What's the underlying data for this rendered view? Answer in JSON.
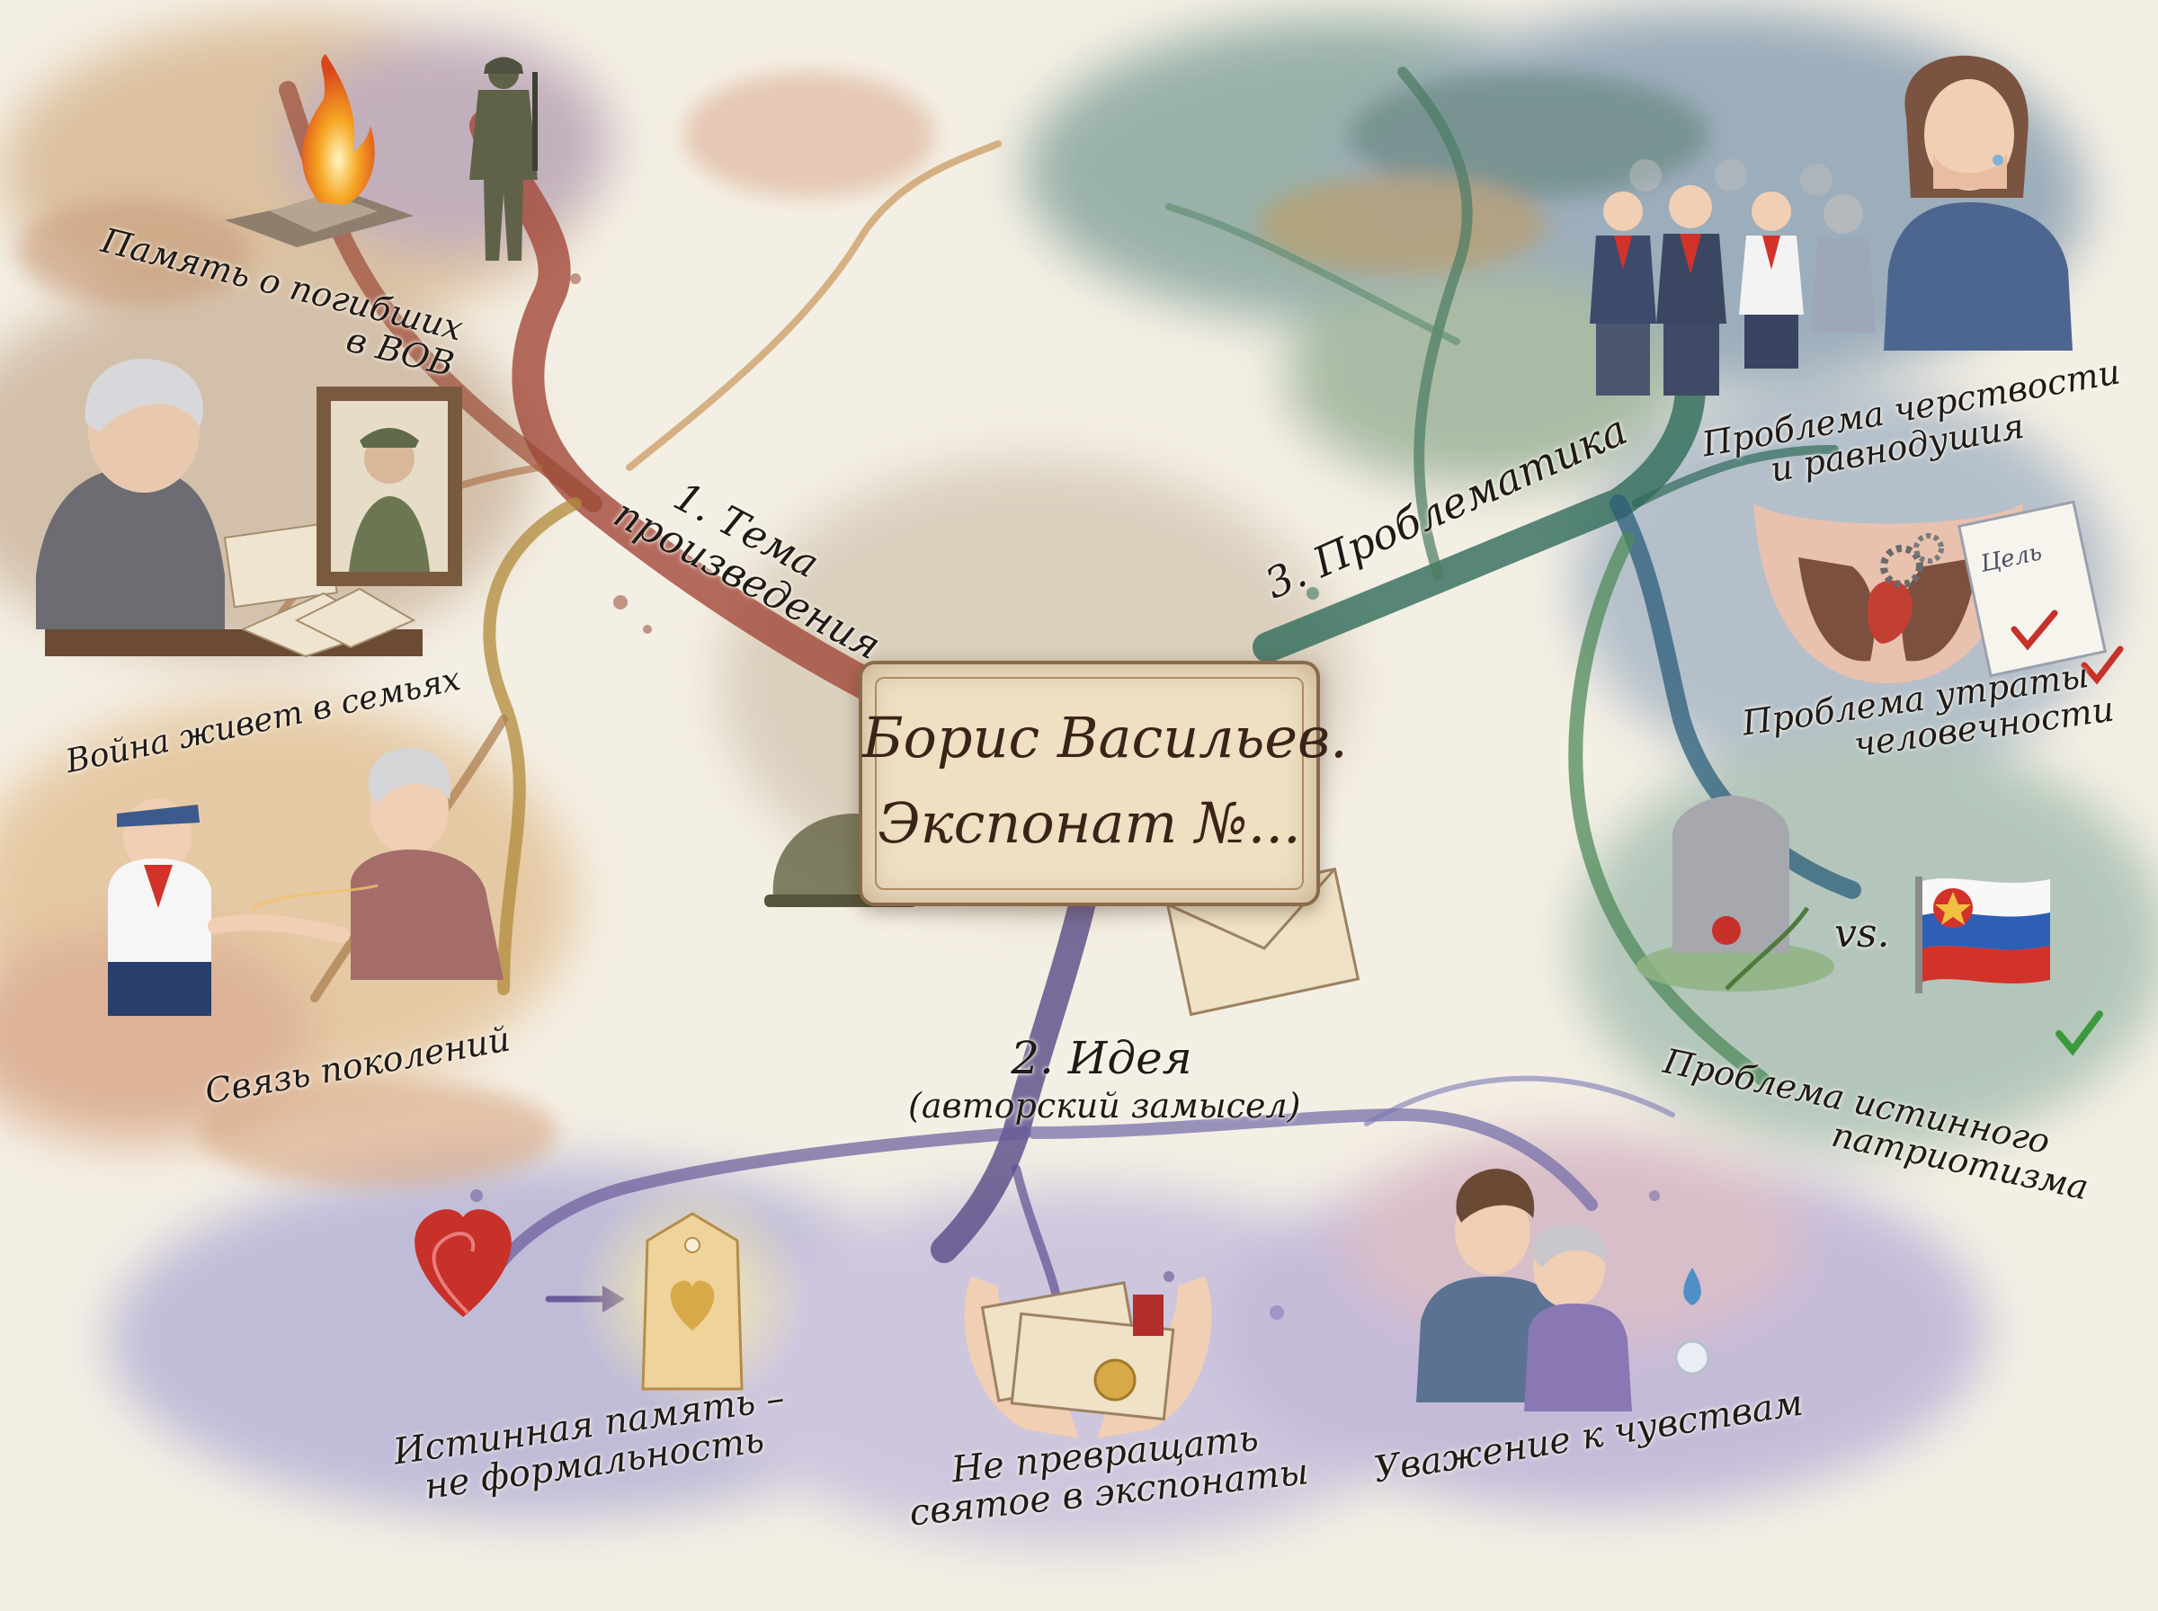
{
  "center": {
    "line1": "Борис Васильев.",
    "line2": "Экспонат №..."
  },
  "branches": {
    "theme": {
      "label_line1": "1. Тема",
      "label_line2": "произведения",
      "color": "#a3483a",
      "items": [
        {
          "line1": "Память о погибших",
          "line2": "в ВОВ"
        },
        {
          "line1": "Война живет в семьях",
          "line2": ""
        },
        {
          "line1": "Связь поколений",
          "line2": ""
        }
      ]
    },
    "idea": {
      "label_line1": "2. Идея",
      "label_line2": "(авторский замысел)",
      "color": "#574a86",
      "items": [
        {
          "line1": "Истинная память –",
          "line2": "не формальность"
        },
        {
          "line1": "Не превращать",
          "line2": "святое в экспонаты"
        },
        {
          "line1": "Уважение к чувствам",
          "line2": ""
        }
      ]
    },
    "problems": {
      "label": "3. Проблематика",
      "color": "#3d6a4e",
      "items": [
        {
          "line1": "Проблема черствости",
          "line2": "и равнодушия"
        },
        {
          "line1": "Проблема утраты",
          "line2": "человечности"
        },
        {
          "line1": "Проблема истинного",
          "line2": "патриотизма"
        }
      ]
    }
  },
  "illustrations": {
    "vs_text": "vs.",
    "document_text": "Цель"
  },
  "icons": [
    "eternal-flame-icon",
    "soldier-statue-icon",
    "grandmother-with-letters-icon",
    "soldier-portrait-frame-icon",
    "pioneer-and-elder-handshake-icon",
    "schoolchildren-group-icon",
    "crying-woman-icon",
    "lungs-with-gears-icon",
    "checklist-document-icon",
    "gravestone-with-carnation-icon",
    "flag-with-star-icon",
    "heart-icon",
    "arrow-right-icon",
    "glowing-tag-icon",
    "hands-holding-letters-icon",
    "hugging-couple-icon",
    "tear-drop-icon",
    "envelope-icon",
    "helmet-icon"
  ],
  "colors": {
    "paper": "#f4efe4",
    "ink": "#1f1a17",
    "card": "#efe0c4",
    "card_border": "#8a6a48",
    "check": "#3c9a3c",
    "red_check": "#c8302a"
  }
}
